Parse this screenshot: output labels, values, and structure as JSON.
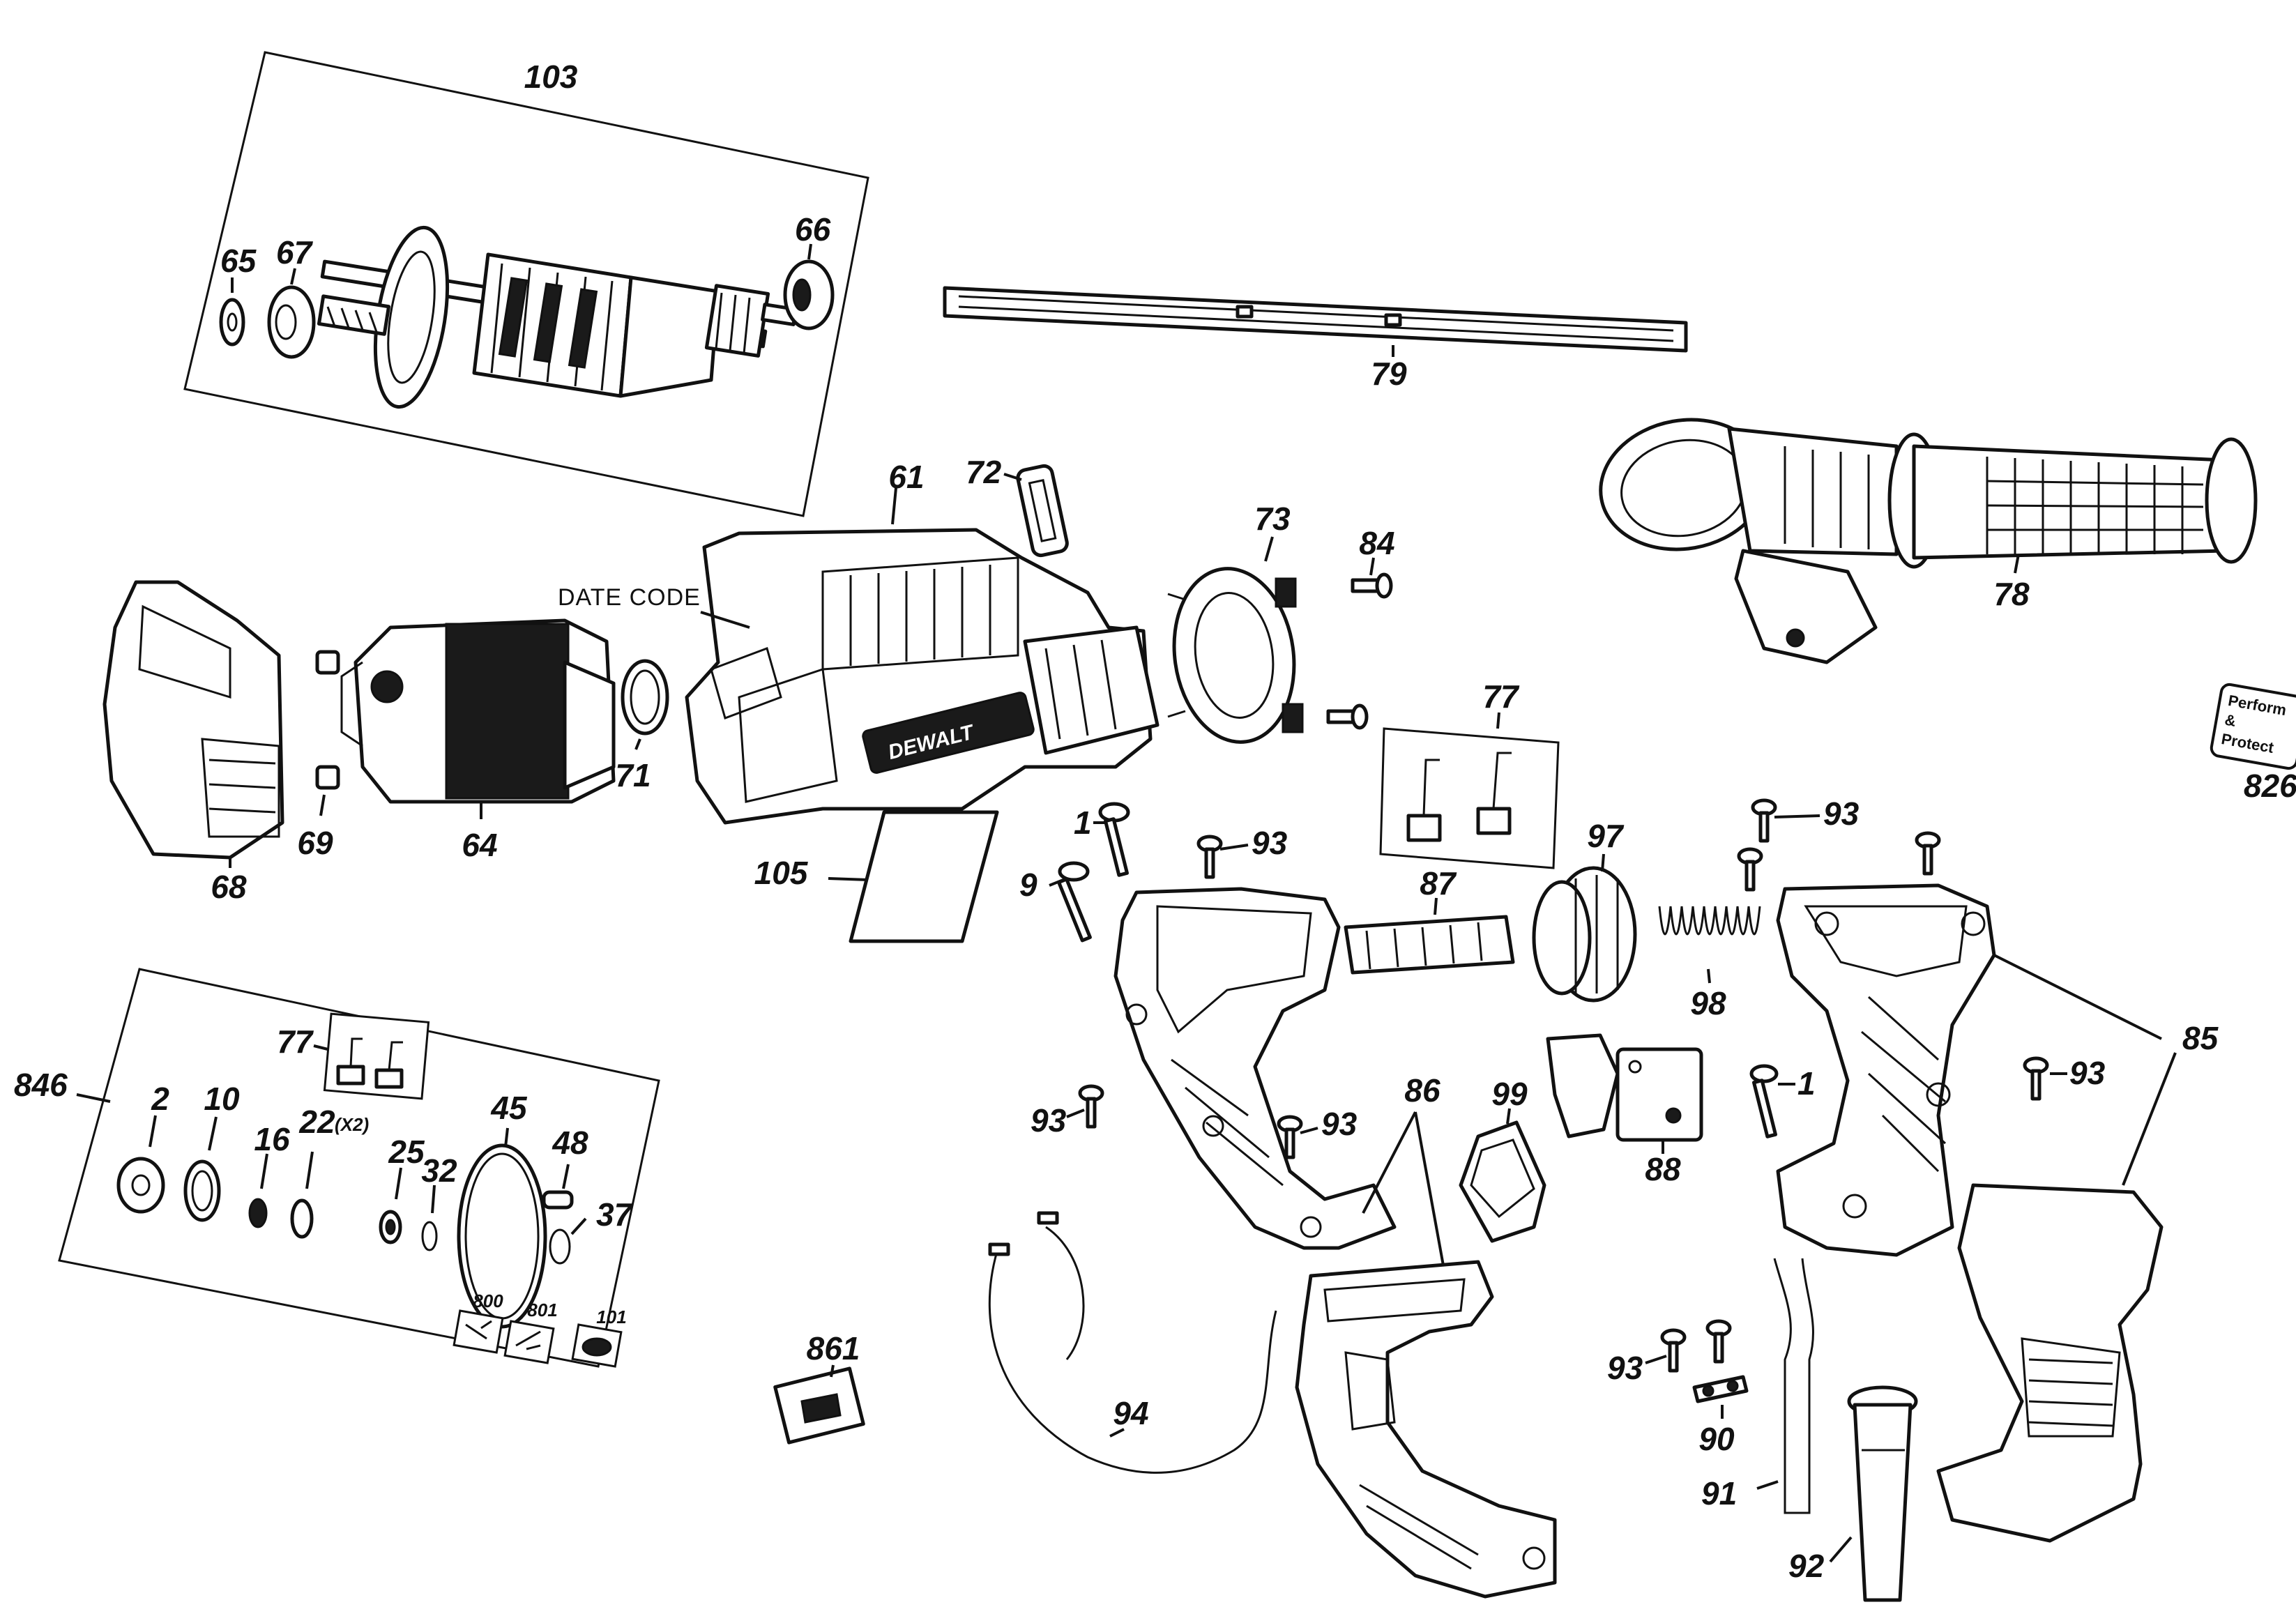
{
  "labels": {
    "l103": "103",
    "l65": "65",
    "l67": "67",
    "l66": "66",
    "l79": "79",
    "l72": "72",
    "l61": "61",
    "l73": "73",
    "l84": "84",
    "l78": "78",
    "l826": "826",
    "l77a": "77",
    "l71": "71",
    "l69": "69",
    "l64": "64",
    "l68": "68",
    "l105": "105",
    "l1a": "1",
    "l9": "9",
    "l93a": "93",
    "l87": "87",
    "l97": "97",
    "l93b": "93",
    "l98": "98",
    "l85": "85",
    "l93c": "93",
    "l93d": "93",
    "l93e": "93",
    "l86": "86",
    "l99": "99",
    "l88": "88",
    "l1b": "1",
    "l846": "846",
    "l77b": "77",
    "l2": "2",
    "l10": "10",
    "l16": "16",
    "l22": "22",
    "l22x": "(X2)",
    "l25": "25",
    "l32": "32",
    "l45": "45",
    "l48": "48",
    "l37": "37",
    "l800": "800",
    "l801": "801",
    "l101": "101",
    "l861": "861",
    "l94": "94",
    "l93f": "93",
    "l90": "90",
    "l91": "91",
    "l92": "92"
  },
  "date_code": "DATE CODE",
  "brand": "DEWALT",
  "sticker": {
    "line1": "Perform",
    "line2": "&",
    "line3": "Protect"
  }
}
